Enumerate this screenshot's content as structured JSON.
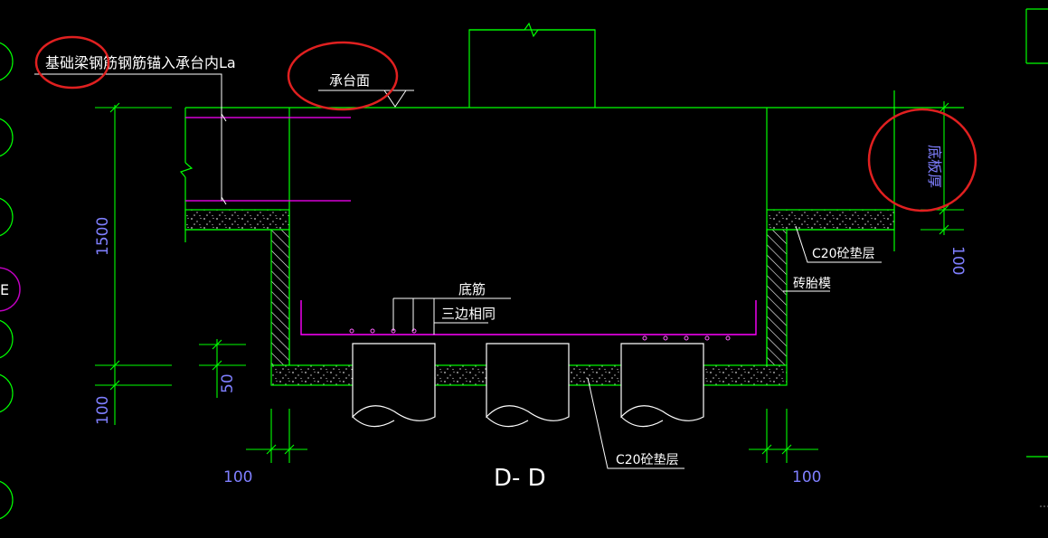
{
  "drawing": {
    "section_title": "D- D",
    "labels": {
      "beam_anchor": "基础梁钢筋钢筋锚入承台内La",
      "cap_top": "承台面",
      "slab_thickness": "底板厚",
      "bottom_bars": "底筋",
      "three_sides_same": "三边相同",
      "c20_cushion_right": "C20砼垫层",
      "brick_formwork": "砖胎模",
      "c20_cushion_bottom": "C20砼垫层"
    },
    "dimensions": {
      "height_1500": "1500",
      "bottom_100_left": "100",
      "dim_50": "50",
      "dim_100_bottom_left": "100",
      "dim_100_right_vertical": "100",
      "dim_100_bottom_right": "100"
    },
    "side_letter": "E",
    "colors": {
      "background": "#000000",
      "lines": "#00ff00",
      "rebar": "#ff00ff",
      "text": "#ffffff",
      "dimension_text": "#7f7fff",
      "highlight_circle": "#e02020"
    }
  }
}
